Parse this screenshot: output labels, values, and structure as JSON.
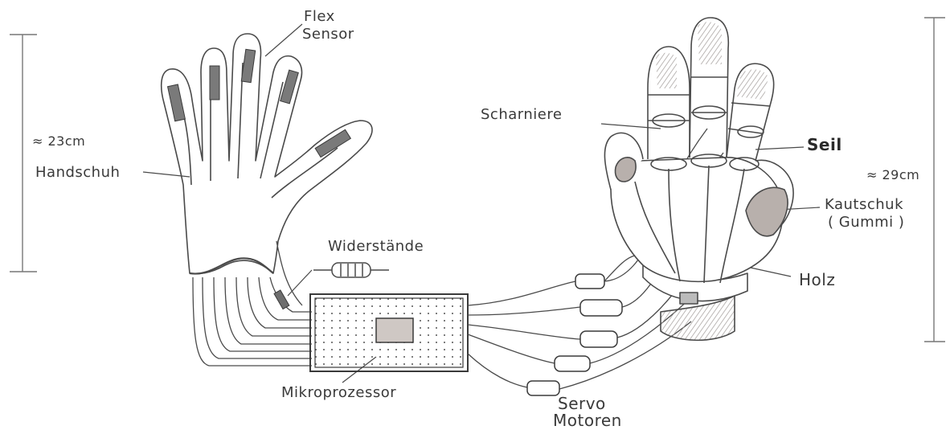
{
  "diagram": {
    "labels": {
      "flex_sensor_line1": "Flex",
      "flex_sensor_line2": "Sensor",
      "glove_size": "≈ 23cm",
      "glove": "Handschuh",
      "resistors": "Widerstände",
      "microprocessor": "Mikroprozessor",
      "servo_line1": "Servo",
      "servo_line2": "Motoren",
      "hinges": "Scharniere",
      "rope": "Seil",
      "hand_size": "≈ 29cm",
      "rubber_line1": "Kautschuk",
      "rubber_line2": "( Gummi )",
      "wood": "Holz"
    },
    "colors": {
      "ink": "#4a4a4a",
      "sensor_fill": "#7a7a7a",
      "wood_shade": "#d8d0cc",
      "background": "#ffffff"
    }
  }
}
